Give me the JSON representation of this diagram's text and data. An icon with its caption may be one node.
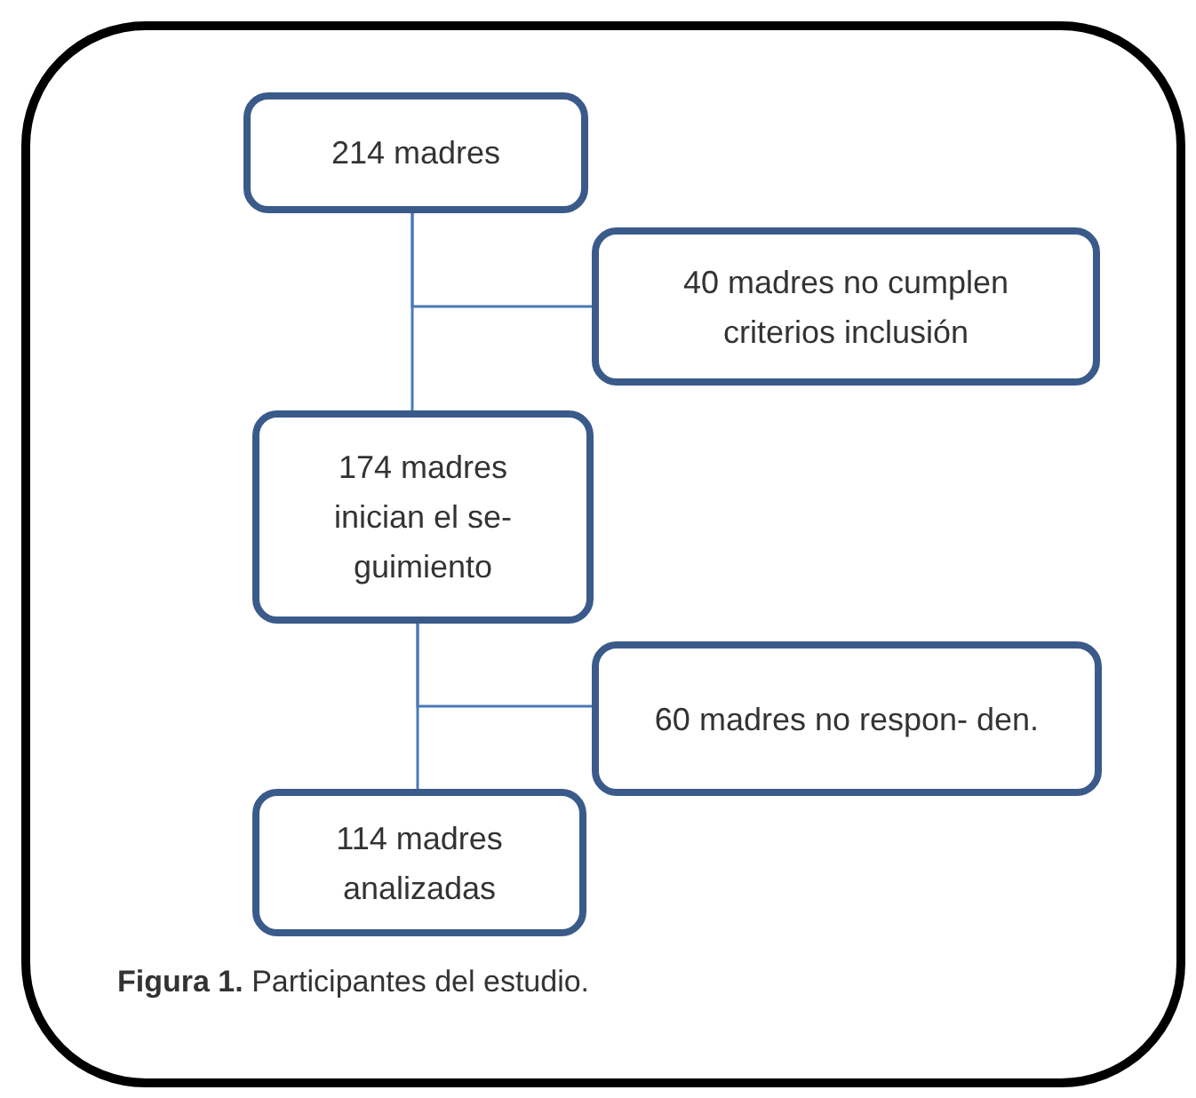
{
  "diagram": {
    "caption": "**Figura 1.** Participantes del estudio.",
    "nodes": [
      {
        "text": [
          "214 madres"
        ]
      },
      {
        "text": [
          "40 madres no cumplen criterios inclusión"
        ]
      },
      {
        "text": [
          "174 madres inician el se- guimiento"
        ]
      },
      {
        "text": [
          "60 madres no respon- den."
        ]
      },
      {
        "text": [
          "114 madres analizadas"
        ]
      }
    ],
    "edges": [
      {
        "from": 0,
        "to": 2,
        "arrow": "none"
      },
      {
        "from": 0,
        "to": 1,
        "arrow": "none"
      },
      {
        "from": 2,
        "to": 4,
        "arrow": "none"
      },
      {
        "from": 2,
        "to": 3,
        "arrow": "none"
      }
    ]
  }
}
